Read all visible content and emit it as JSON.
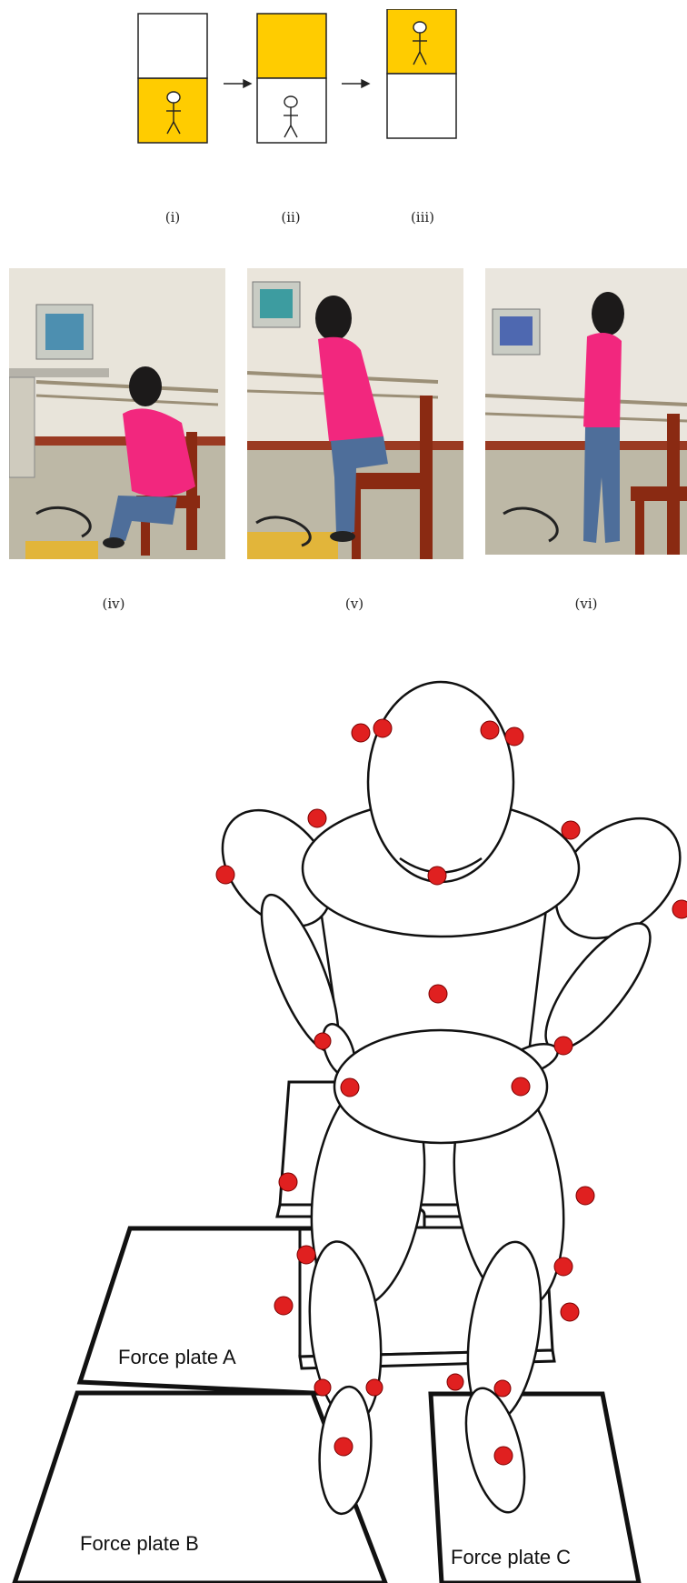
{
  "sequence": {
    "labels": [
      "(i)",
      "(ii)",
      "(iii)"
    ],
    "accent_color": "#FFCC00"
  },
  "photos": {
    "labels": [
      "(iv)",
      "(v)",
      "(vi)"
    ],
    "shirt_color": "#F2277E",
    "jeans_color": "#4E6E9A",
    "chair_color": "#8A2A12"
  },
  "diagram": {
    "marker_color": "#E02020",
    "plate_labels": {
      "a": "Force plate A",
      "b": "Force plate B",
      "c": "Force plate C"
    }
  }
}
